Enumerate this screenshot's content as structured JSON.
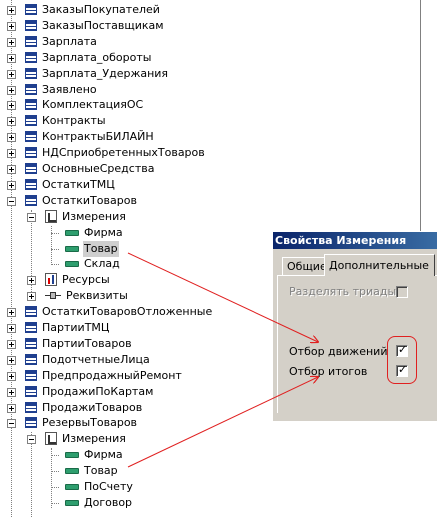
{
  "tree": {
    "items": [
      {
        "label": "ЗаказыПокупателей",
        "level": 0,
        "icon": "table-icon",
        "expander": "plus"
      },
      {
        "label": "ЗаказыПоставщикам",
        "level": 0,
        "icon": "table-icon",
        "expander": "plus"
      },
      {
        "label": "Зарплата",
        "level": 0,
        "icon": "table-icon",
        "expander": "plus"
      },
      {
        "label": "Зарплата_обороты",
        "level": 0,
        "icon": "table-icon",
        "expander": "plus"
      },
      {
        "label": "Зарплата_Удержания",
        "level": 0,
        "icon": "table-icon",
        "expander": "plus"
      },
      {
        "label": "Заявлено",
        "level": 0,
        "icon": "table-icon",
        "expander": "plus"
      },
      {
        "label": "КомплектацияОС",
        "level": 0,
        "icon": "table-icon",
        "expander": "plus"
      },
      {
        "label": "Контракты",
        "level": 0,
        "icon": "table-icon",
        "expander": "plus"
      },
      {
        "label": "КонтрактыБИЛАЙН",
        "level": 0,
        "icon": "table-icon",
        "expander": "plus"
      },
      {
        "label": "НДСприобретенныхТоваров",
        "level": 0,
        "icon": "table-icon",
        "expander": "plus"
      },
      {
        "label": "ОсновныеСредства",
        "level": 0,
        "icon": "table-icon",
        "expander": "plus"
      },
      {
        "label": "ОстаткиТМЦ",
        "level": 0,
        "icon": "table-icon",
        "expander": "plus"
      },
      {
        "label": "ОстаткиТоваров",
        "level": 0,
        "icon": "table-icon",
        "expander": "minus"
      },
      {
        "label": "Измерения",
        "level": 1,
        "icon": "dimensions-icon",
        "expander": "minus"
      },
      {
        "label": "Фирма",
        "level": 2,
        "icon": "field-icon",
        "expander": "none"
      },
      {
        "label": "Товар",
        "level": 2,
        "icon": "field-icon",
        "expander": "none",
        "selected": true
      },
      {
        "label": "Склад",
        "level": 2,
        "icon": "field-icon",
        "expander": "none"
      },
      {
        "label": "Ресурсы",
        "level": 1,
        "icon": "resources-icon",
        "expander": "plus"
      },
      {
        "label": "Реквизиты",
        "level": 1,
        "icon": "requisites-icon",
        "expander": "plus"
      },
      {
        "label": "ОстаткиТоваровОтложенные",
        "level": 0,
        "icon": "table-icon",
        "expander": "plus"
      },
      {
        "label": "ПартииТМЦ",
        "level": 0,
        "icon": "table-icon",
        "expander": "plus"
      },
      {
        "label": "ПартииТоваров",
        "level": 0,
        "icon": "table-icon",
        "expander": "plus"
      },
      {
        "label": "ПодотчетныеЛица",
        "level": 0,
        "icon": "table-icon",
        "expander": "plus"
      },
      {
        "label": "ПредпродажныйРемонт",
        "level": 0,
        "icon": "table-icon",
        "expander": "plus"
      },
      {
        "label": "ПродажиПоКартам",
        "level": 0,
        "icon": "table-icon",
        "expander": "plus"
      },
      {
        "label": "ПродажиТоваров",
        "level": 0,
        "icon": "table-icon",
        "expander": "plus"
      },
      {
        "label": "РезервыТоваров",
        "level": 0,
        "icon": "table-icon",
        "expander": "minus"
      },
      {
        "label": "Измерения",
        "level": 1,
        "icon": "dimensions-icon",
        "expander": "minus"
      },
      {
        "label": "Фирма",
        "level": 2,
        "icon": "field-icon",
        "expander": "none"
      },
      {
        "label": "Товар",
        "level": 2,
        "icon": "field-icon",
        "expander": "none"
      },
      {
        "label": "ПоСчету",
        "level": 2,
        "icon": "field-icon",
        "expander": "none"
      },
      {
        "label": "Договор",
        "level": 2,
        "icon": "field-icon",
        "expander": "none"
      }
    ]
  },
  "dialog": {
    "title": "Свойства Измерения",
    "tabs": [
      {
        "label": "Общие",
        "active": false
      },
      {
        "label": "Дополнительные",
        "active": true
      }
    ],
    "options": [
      {
        "label": "Разделять триады",
        "checked": false,
        "enabled": false,
        "check_mark": ""
      },
      {
        "label": "Отбор движений",
        "checked": true,
        "enabled": true,
        "check_mark": "✓"
      },
      {
        "label": "Отбор итогов",
        "checked": true,
        "enabled": true,
        "check_mark": "✓"
      }
    ]
  },
  "colors": {
    "titlebar": "#0a246a",
    "dialog_bg": "#d4d0c8",
    "annotation": "#e02020",
    "field_icon": "#2e9e6e",
    "table_icon": "#1f3f8f"
  }
}
